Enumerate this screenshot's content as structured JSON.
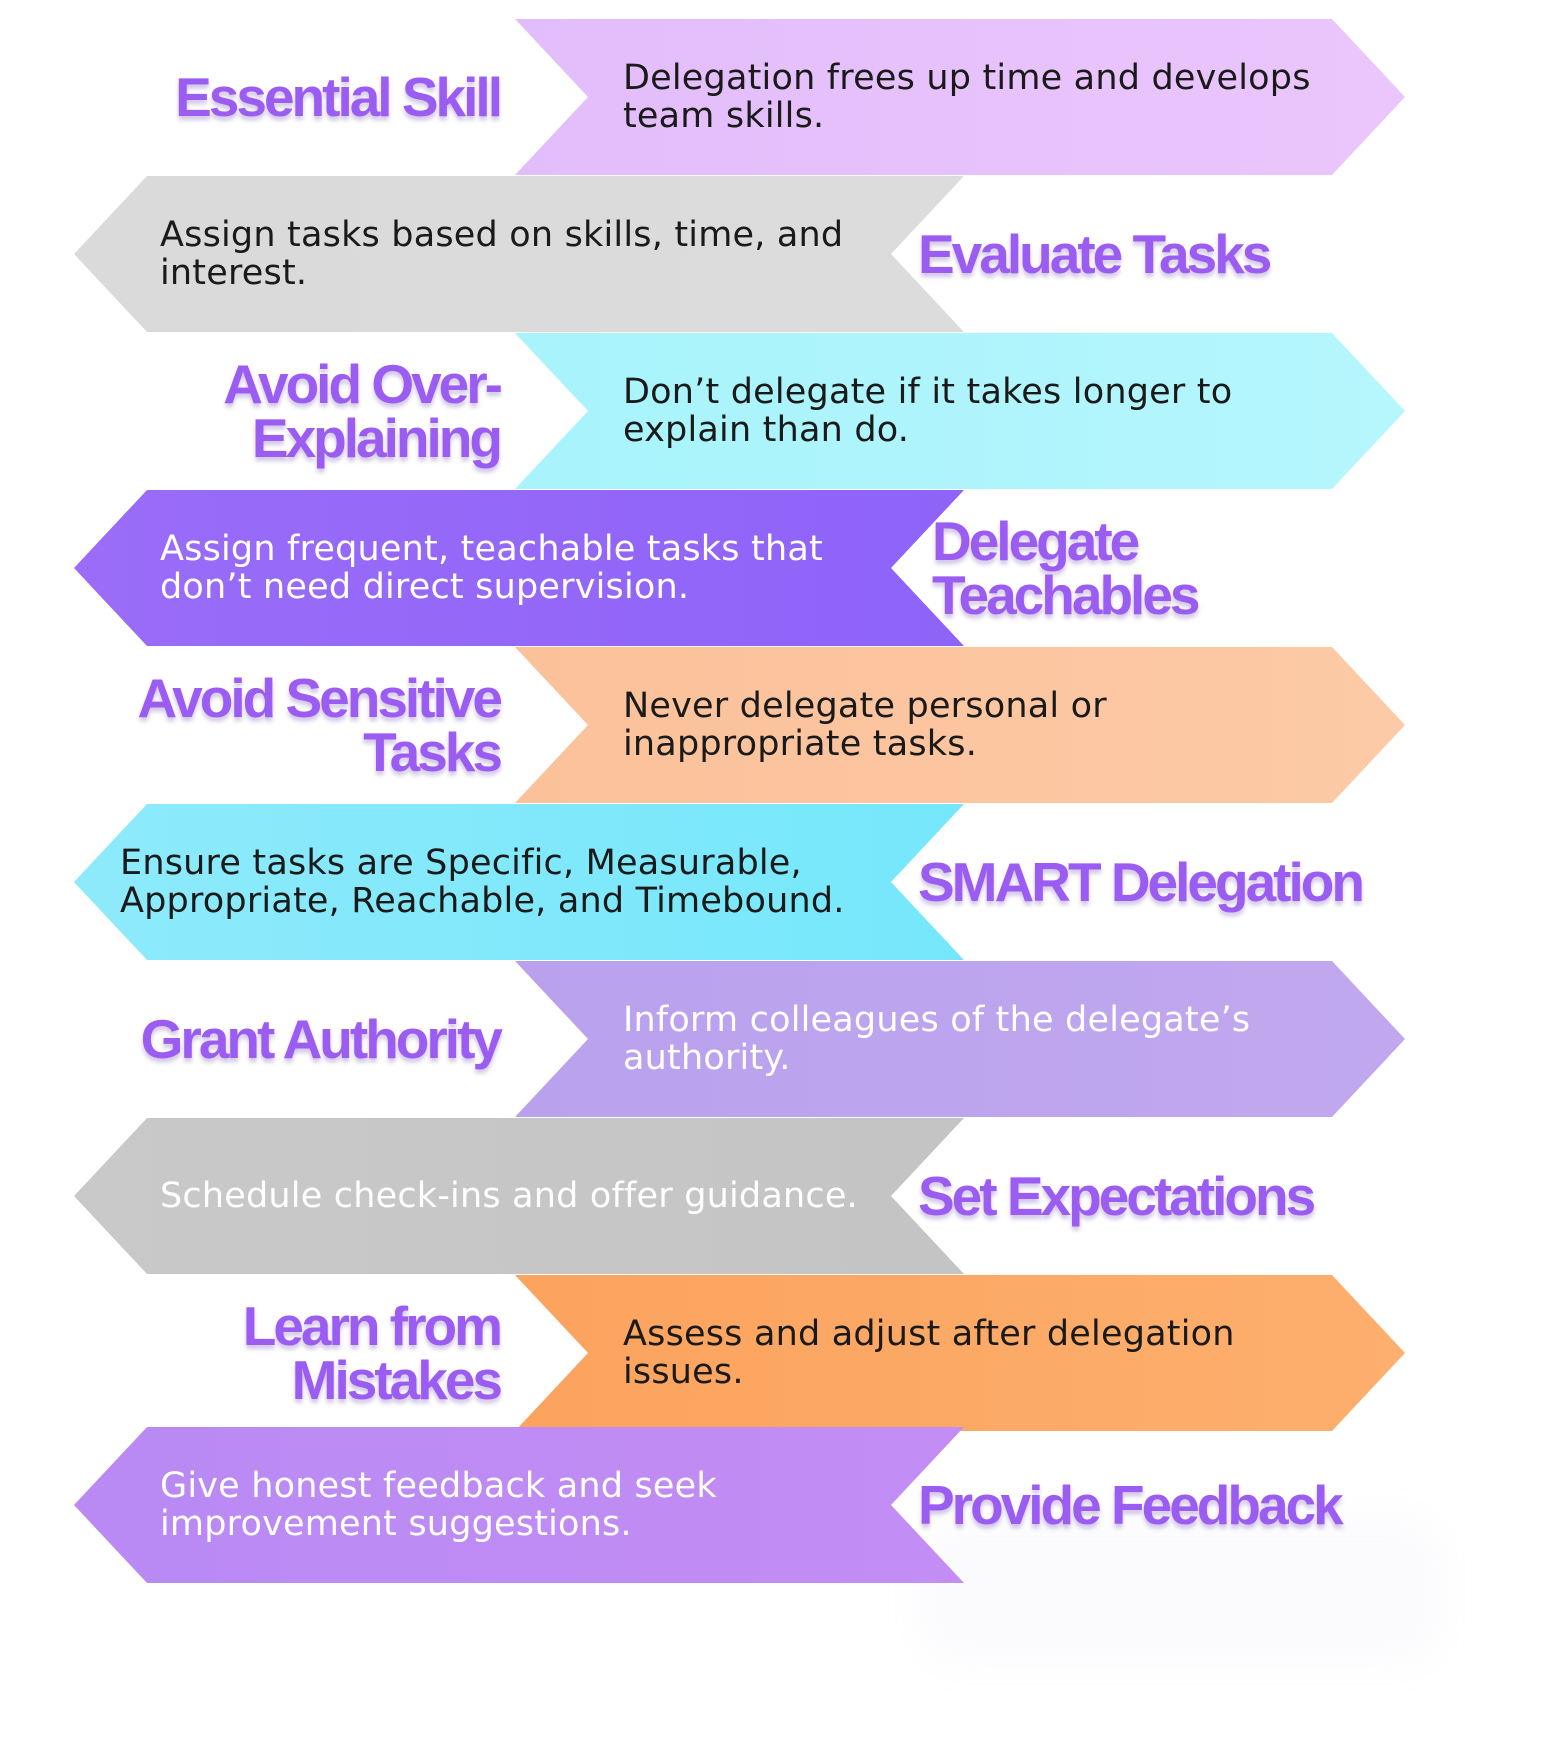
{
  "rows": [
    {
      "title": "Essential Skill",
      "text": "Delegation frees up time and develops team skills.",
      "direction": "right",
      "band_color": "#e2bdfb",
      "band_color_end": "#ebc6fc",
      "text_color": "#1a1a1a"
    },
    {
      "title": "Evaluate Tasks",
      "text": "Assign tasks based on skills, time, and interest.",
      "direction": "left",
      "band_color": "#dcdcdc",
      "band_color_end": "#dadada",
      "text_color": "#1a1a1a"
    },
    {
      "title": "Avoid Over-Explaining",
      "text": "Don’t delegate if it takes longer to explain than do.",
      "direction": "right",
      "band_color": "#a8f3fc",
      "band_color_end": "#b6f6fd",
      "text_color": "#1a1a1a"
    },
    {
      "title": "Delegate Teachables",
      "text": "Assign frequent, teachable tasks that don’t need direct supervision.",
      "direction": "left",
      "band_color": "#8e63f8",
      "band_color_end": "#9a6cf8",
      "text_color": "#ffffff"
    },
    {
      "title": "Avoid Sensitive Tasks",
      "text": "Never delegate personal or inappropriate tasks.",
      "direction": "right",
      "band_color": "#fbc19a",
      "band_color_end": "#fccaa6",
      "text_color": "#1a1a1a"
    },
    {
      "title": "SMART Delegation",
      "text": "Ensure tasks are Specific, Measurable, Appropriate, Reachable, and Timebound.",
      "direction": "left",
      "band_color": "#76e7fb",
      "band_color_end": "#8deafb",
      "text_color": "#1a1a1a"
    },
    {
      "title": "Grant Authority",
      "text": "Inform colleagues of the delegate’s authority.",
      "direction": "right",
      "band_color": "#b9a1ee",
      "band_color_end": "#c1a8ee",
      "text_color": "#ffffff"
    },
    {
      "title": "Set Expectations",
      "text": "Schedule check-ins and offer guidance.",
      "direction": "left",
      "band_color": "#c4c4c4",
      "band_color_end": "#c9c9c9",
      "text_color": "#ffffff"
    },
    {
      "title": "Learn from Mistakes",
      "text": "Assess and adjust after delegation issues.",
      "direction": "right",
      "band_color": "#fca35e",
      "band_color_end": "#fdaf6e",
      "text_color": "#1a1a1a"
    },
    {
      "title": "Provide Feedback",
      "text": "Give honest feedback and seek improvement suggestions.",
      "direction": "left",
      "band_color": "#c38df4",
      "band_color_end": "#b98af4",
      "text_color": "#ffffff"
    }
  ]
}
